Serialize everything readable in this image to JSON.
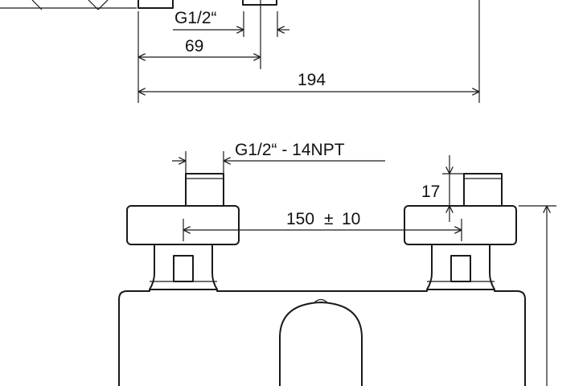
{
  "drawing": {
    "top_view": {
      "thread_label": "G1/2“",
      "dim_offset": "69",
      "dim_total": "194"
    },
    "front_view": {
      "thread_label": "G1/2“ - 14NPT",
      "dim_height": "17",
      "dim_spacing": "150",
      "dim_spacing_tolerance": "±",
      "dim_spacing_range": "10"
    }
  }
}
